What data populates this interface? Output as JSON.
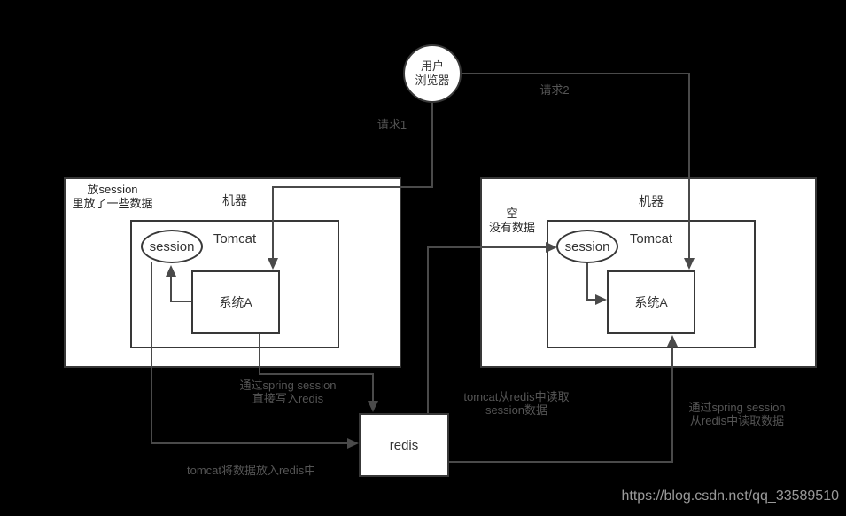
{
  "colors": {
    "background": "#000000",
    "node_fill": "#ffffff",
    "node_border": "#383838",
    "connector_line": "#4a4a4a",
    "node_text": "#333333",
    "edge_label_text": "#555555",
    "watermark_text": "#9a9a9a"
  },
  "browser": {
    "line1": "用户",
    "line2": "浏览器"
  },
  "left_machine": {
    "note_line1": "放session",
    "note_line2": "里放了一些数据",
    "title": "机器",
    "tomcat_label": "Tomcat",
    "session_label": "session",
    "system_label": "系统A"
  },
  "right_machine": {
    "note_line1": "空",
    "note_line2": "没有数据",
    "title": "机器",
    "tomcat_label": "Tomcat",
    "session_label": "session",
    "system_label": "系统A"
  },
  "redis": {
    "label": "redis"
  },
  "edge_labels": {
    "request1": "请求1",
    "request2": "请求2",
    "write_spring_line1": "通过spring session",
    "write_spring_line2": "直接写入redis",
    "tomcat_put": "tomcat将数据放入redis中",
    "tomcat_read_line1": "tomcat从redis中读取",
    "tomcat_read_line2": "session数据",
    "read_spring_line1": "通过spring session",
    "read_spring_line2": "从redis中读取数据"
  },
  "watermark": "https://blog.csdn.net/qq_33589510"
}
